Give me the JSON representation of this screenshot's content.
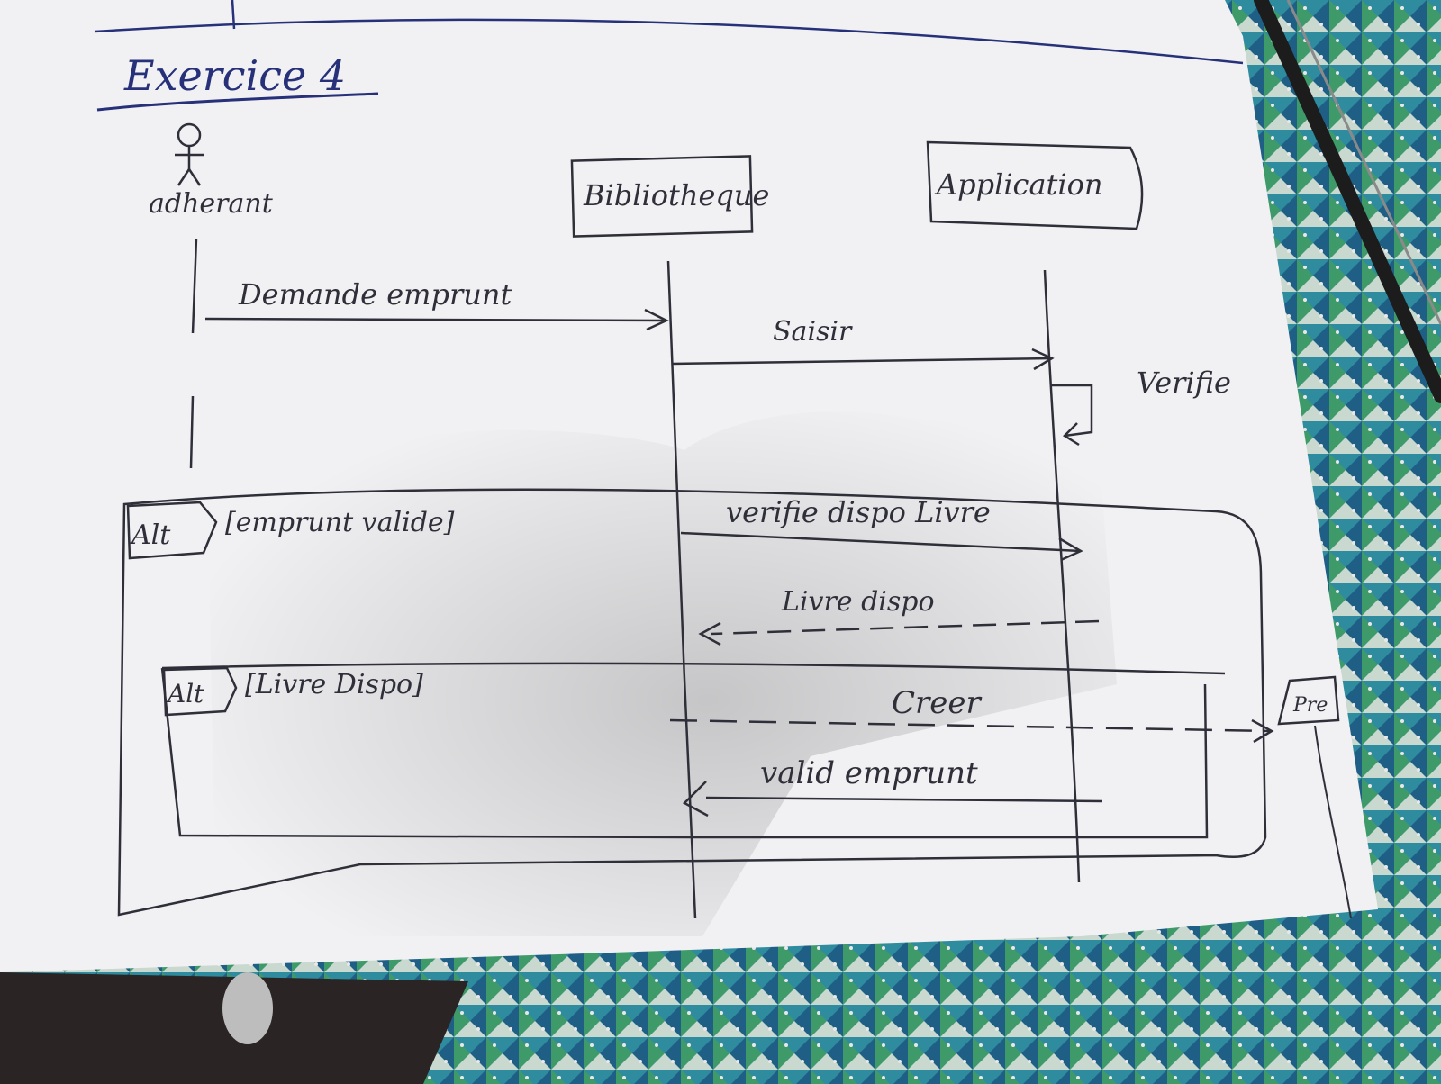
{
  "title": "Exercice 4",
  "colors": {
    "paper": "#f1f1f3",
    "ink": "#2f2f3a",
    "blue_ink": "#27317a",
    "table": "#2a2424",
    "fabric_teal": "#2f8c9e",
    "fabric_green": "#3f9a6a"
  },
  "diagram": {
    "actor": {
      "label": "adherant",
      "icon": "stick-figure-icon"
    },
    "lifelines": [
      {
        "label": "Bibliotheque"
      },
      {
        "label": "Application"
      }
    ],
    "messages": [
      {
        "label": "Demande emprunt",
        "kind": "sync"
      },
      {
        "label": "Saisir",
        "kind": "sync"
      },
      {
        "label": "Verifie",
        "kind": "self"
      },
      {
        "label": "verifie dispo Livre",
        "kind": "sync"
      },
      {
        "label": "Livre dispo",
        "kind": "reply"
      },
      {
        "label": "Creer",
        "kind": "create"
      },
      {
        "label": "valid emprunt",
        "kind": "reply"
      }
    ],
    "fragments": [
      {
        "operator": "Alt",
        "guard": "[emprunt valide]"
      },
      {
        "operator": "Alt",
        "guard": "[Livre Dispo]"
      }
    ],
    "created_object": {
      "label": "Pre"
    }
  }
}
